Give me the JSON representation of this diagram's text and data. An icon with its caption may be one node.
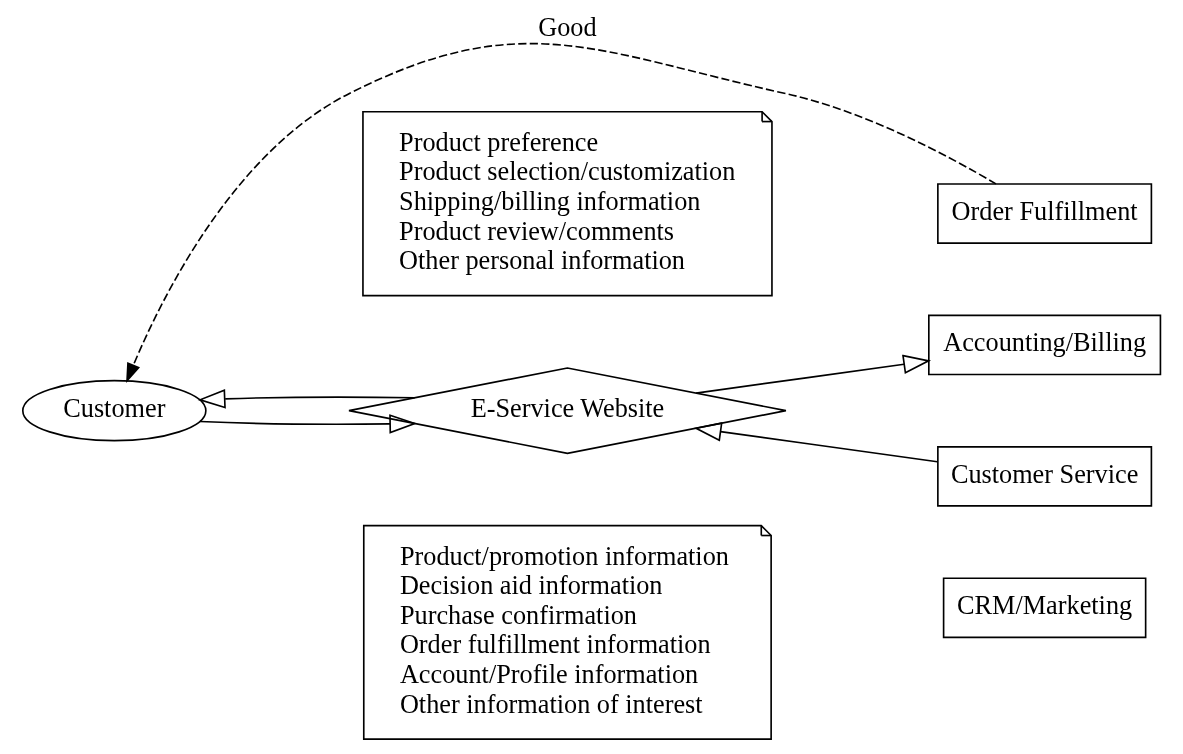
{
  "diagram": {
    "nodes": [
      {
        "text": [
          "Customer"
        ]
      },
      {
        "text": [
          "E-Service Website"
        ]
      },
      {
        "text": [
          "Product preference",
          "Product selection/customization",
          "Shipping/billing information",
          "Product review/comments",
          "Other personal information"
        ]
      },
      {
        "text": [
          "Product/promotion information",
          "Decision aid information",
          "Purchase confirmation",
          "Order fulfillment information",
          "Account/Profile information",
          "Other information of interest"
        ]
      },
      {
        "text": [
          "Order Fulfillment"
        ]
      },
      {
        "text": [
          "Accounting/Billing"
        ]
      },
      {
        "text": [
          "Customer Service"
        ]
      },
      {
        "text": [
          "CRM/Marketing"
        ]
      }
    ],
    "edges": [
      {
        "from": 4,
        "to": 0,
        "arrow": "to",
        "label": "Good",
        "style": "dashed"
      },
      {
        "from": 0,
        "to": 1,
        "arrow": "to"
      },
      {
        "from": 1,
        "to": 5,
        "arrow": "to"
      },
      {
        "from": 6,
        "to": 1,
        "arrow": "to"
      },
      {
        "from": 1,
        "to": 0,
        "arrow": "to"
      }
    ]
  }
}
